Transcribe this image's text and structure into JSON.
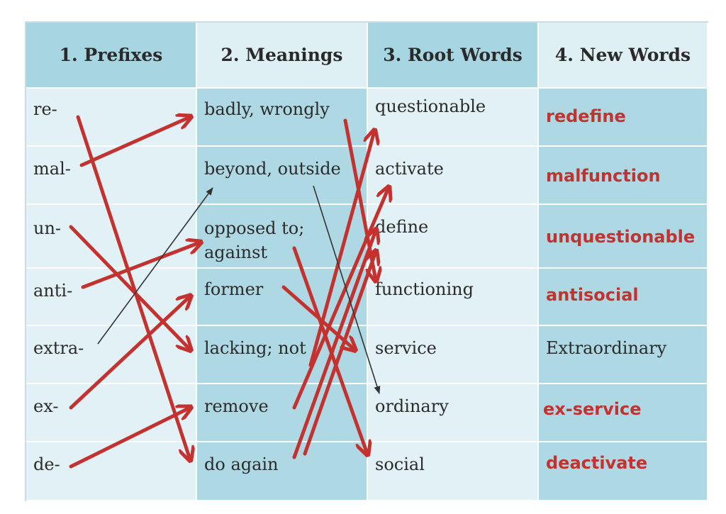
{
  "headers": [
    "1. Prefixes",
    "2. Meanings",
    "3. Root Words",
    "4. New Words"
  ],
  "prefixes": [
    "re-",
    "mal-",
    "un-",
    "anti-",
    "extra-",
    "ex-",
    "de-"
  ],
  "meanings": [
    "badly, wrongly",
    "beyond, outside",
    "opposed to; against",
    "former",
    "lacking; not",
    "remove",
    "do again"
  ],
  "root_words": [
    "questionable",
    "activate",
    "define",
    "functioning",
    "service",
    "ordinary",
    "social"
  ],
  "new_words": [
    {
      "text": "redefine",
      "style": "answer"
    },
    {
      "text": "malfunction",
      "style": "answer"
    },
    {
      "text": "unquestionable",
      "style": "answer"
    },
    {
      "text": "antisocial",
      "style": "answer"
    },
    {
      "text": "Extraordinary",
      "style": "plain"
    },
    {
      "text": "ex-service",
      "style": "answer"
    },
    {
      "text": "deactivate",
      "style": "answer"
    }
  ],
  "colors": {
    "header_teal": "#a7d5e1",
    "header_light": "#dff0f5",
    "cell_light": "#e1f1f6",
    "cell_teal": "#aed8e3",
    "arrow_red": "#c4322f",
    "arrow_dark": "#333333"
  }
}
